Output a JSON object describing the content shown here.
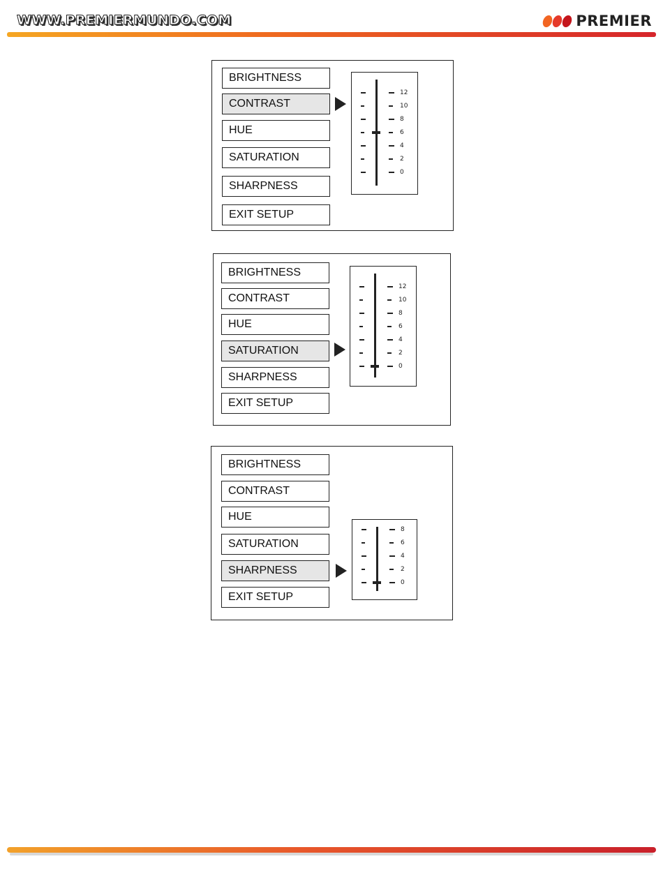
{
  "header": {
    "url": "WWW.PREMIERMUNDO.COM",
    "brand": "PREMIER",
    "brand_dot_colors": [
      "#f26522",
      "#e53a2a",
      "#c4161c"
    ]
  },
  "panels": [
    {
      "items": [
        "BRIGHTNESS",
        "CONTRAST",
        "HUE",
        "SATURATION",
        "SHARPNESS",
        "EXIT SETUP"
      ],
      "selected_index": 1,
      "scale": {
        "labels": [
          "12",
          "10",
          "8",
          "6",
          "4",
          "2",
          "0"
        ],
        "value": "6"
      }
    },
    {
      "items": [
        "BRIGHTNESS",
        "CONTRAST",
        "HUE",
        "SATURATION",
        "SHARPNESS",
        "EXIT SETUP"
      ],
      "selected_index": 3,
      "scale": {
        "labels": [
          "12",
          "10",
          "8",
          "6",
          "4",
          "2",
          "0"
        ],
        "value": "0"
      }
    },
    {
      "items": [
        "BRIGHTNESS",
        "CONTRAST",
        "HUE",
        "SATURATION",
        "SHARPNESS",
        "EXIT SETUP"
      ],
      "selected_index": 4,
      "scale": {
        "labels": [
          "8",
          "6",
          "4",
          "2",
          "0"
        ],
        "value": "0"
      }
    }
  ]
}
